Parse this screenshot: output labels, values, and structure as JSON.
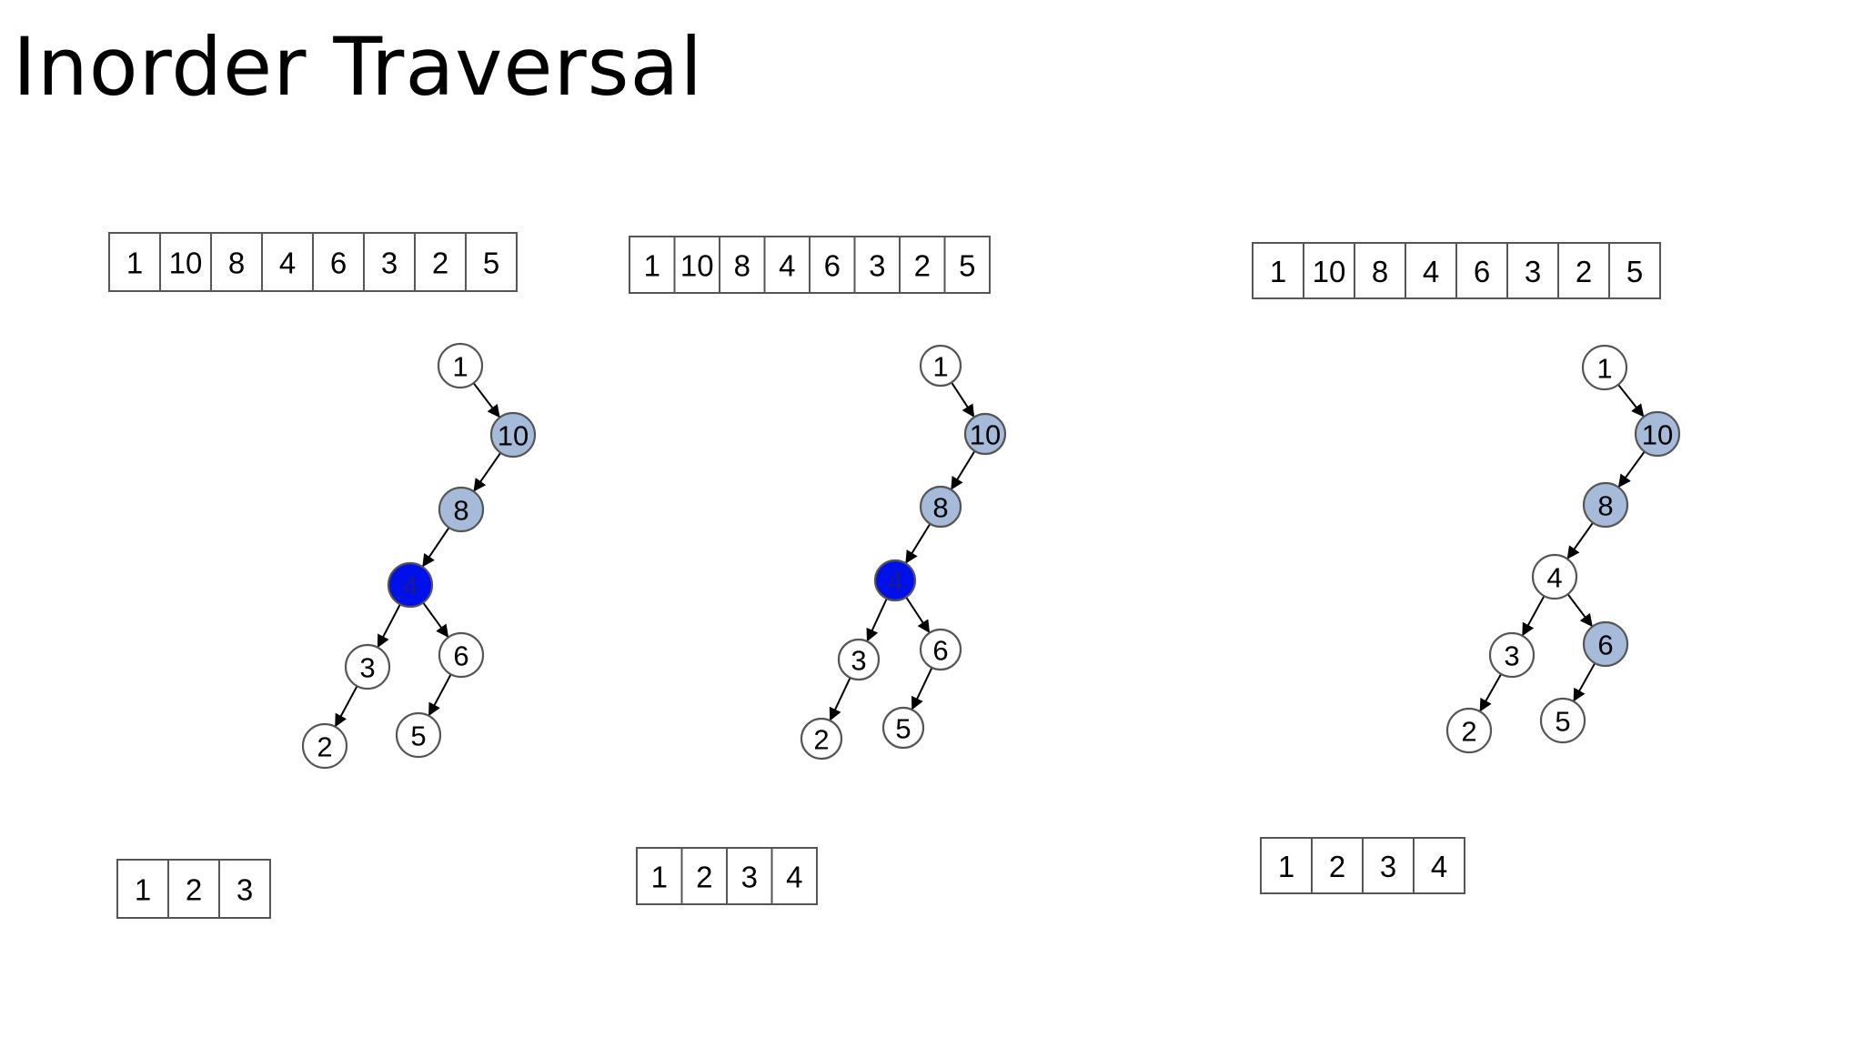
{
  "title": "Inorder Traversal",
  "colors": {
    "white": "#ffffff",
    "visited": "#a5bbd9",
    "current": "#0010e8",
    "current_text": "#1a1a99",
    "edge": "#000000",
    "cell_border": "#555555"
  },
  "panels": [
    {
      "input_array": [
        "1",
        "10",
        "8",
        "4",
        "6",
        "3",
        "2",
        "5"
      ],
      "output_array": [
        "1",
        "2",
        "3"
      ],
      "nodes": [
        {
          "id": "n1",
          "label": "1",
          "state": "white"
        },
        {
          "id": "n10",
          "label": "10",
          "state": "visited"
        },
        {
          "id": "n8",
          "label": "8",
          "state": "visited"
        },
        {
          "id": "n4",
          "label": "4",
          "state": "current"
        },
        {
          "id": "n3",
          "label": "3",
          "state": "white"
        },
        {
          "id": "n6",
          "label": "6",
          "state": "white"
        },
        {
          "id": "n2",
          "label": "2",
          "state": "white"
        },
        {
          "id": "n5",
          "label": "5",
          "state": "white"
        }
      ],
      "edges": [
        [
          "n1",
          "n10"
        ],
        [
          "n10",
          "n8"
        ],
        [
          "n8",
          "n4"
        ],
        [
          "n4",
          "n3"
        ],
        [
          "n4",
          "n6"
        ],
        [
          "n3",
          "n2"
        ],
        [
          "n6",
          "n5"
        ]
      ]
    },
    {
      "input_array": [
        "1",
        "10",
        "8",
        "4",
        "6",
        "3",
        "2",
        "5"
      ],
      "output_array": [
        "1",
        "2",
        "3",
        "4"
      ],
      "nodes": [
        {
          "id": "n1",
          "label": "1",
          "state": "white"
        },
        {
          "id": "n10",
          "label": "10",
          "state": "visited"
        },
        {
          "id": "n8",
          "label": "8",
          "state": "visited"
        },
        {
          "id": "n4",
          "label": "4",
          "state": "current"
        },
        {
          "id": "n3",
          "label": "3",
          "state": "white"
        },
        {
          "id": "n6",
          "label": "6",
          "state": "white"
        },
        {
          "id": "n2",
          "label": "2",
          "state": "white"
        },
        {
          "id": "n5",
          "label": "5",
          "state": "white"
        }
      ],
      "edges": [
        [
          "n1",
          "n10"
        ],
        [
          "n10",
          "n8"
        ],
        [
          "n8",
          "n4"
        ],
        [
          "n4",
          "n3"
        ],
        [
          "n4",
          "n6"
        ],
        [
          "n3",
          "n2"
        ],
        [
          "n6",
          "n5"
        ]
      ]
    },
    {
      "input_array": [
        "1",
        "10",
        "8",
        "4",
        "6",
        "3",
        "2",
        "5"
      ],
      "output_array": [
        "1",
        "2",
        "3",
        "4"
      ],
      "nodes": [
        {
          "id": "n1",
          "label": "1",
          "state": "white"
        },
        {
          "id": "n10",
          "label": "10",
          "state": "visited"
        },
        {
          "id": "n8",
          "label": "8",
          "state": "visited"
        },
        {
          "id": "n4",
          "label": "4",
          "state": "white"
        },
        {
          "id": "n3",
          "label": "3",
          "state": "white"
        },
        {
          "id": "n6",
          "label": "6",
          "state": "visited"
        },
        {
          "id": "n2",
          "label": "2",
          "state": "white"
        },
        {
          "id": "n5",
          "label": "5",
          "state": "white"
        }
      ],
      "edges": [
        [
          "n1",
          "n10"
        ],
        [
          "n10",
          "n8"
        ],
        [
          "n8",
          "n4"
        ],
        [
          "n4",
          "n3"
        ],
        [
          "n4",
          "n6"
        ],
        [
          "n3",
          "n2"
        ],
        [
          "n6",
          "n5"
        ]
      ]
    }
  ]
}
